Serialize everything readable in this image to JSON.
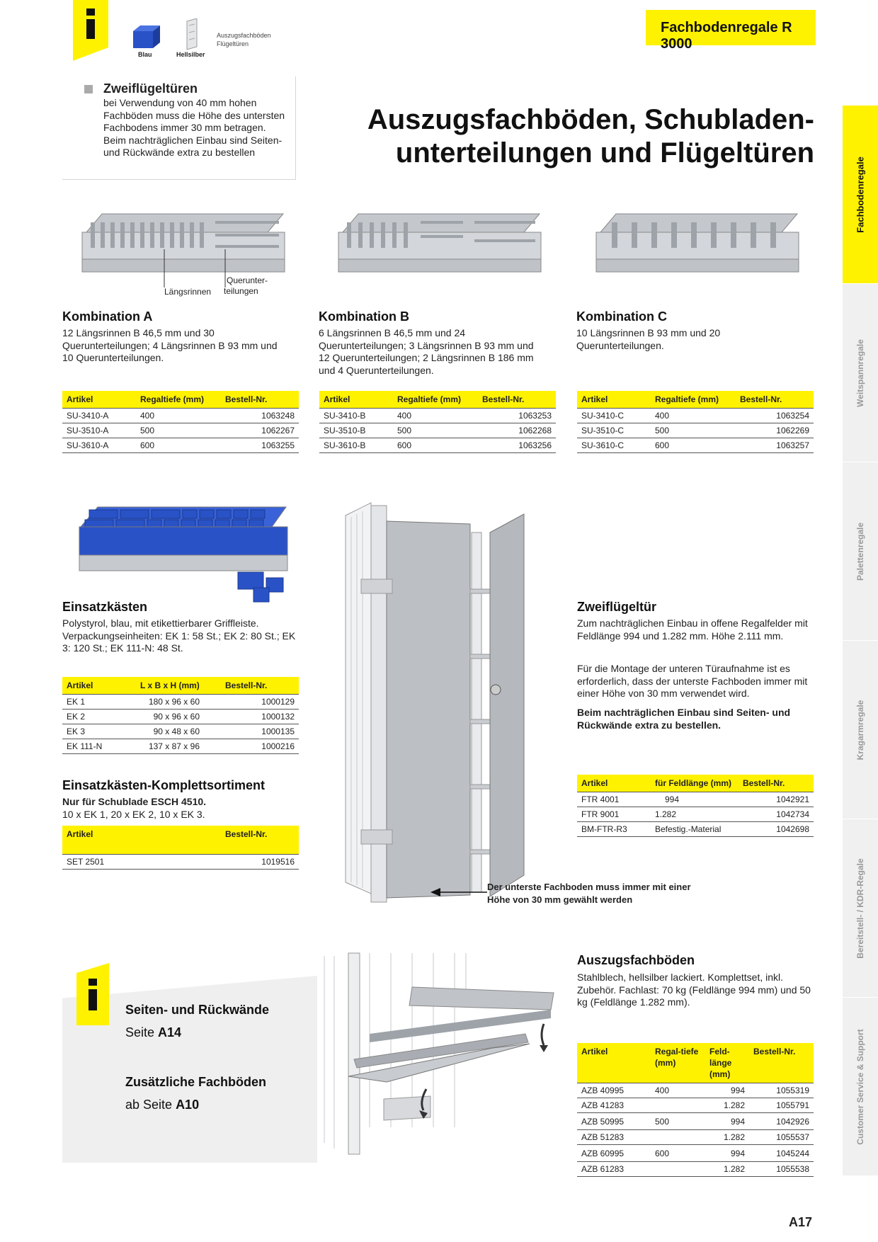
{
  "header": {
    "legend_caption_line1": "Auszugsfachböden",
    "legend_caption_line2": "Flügeltüren",
    "legend_blue": "Blau",
    "legend_silver": "Hellsilber",
    "tag": "Fachbodenregale R 3000"
  },
  "note": {
    "title": "Zweiflügeltüren",
    "text": "bei Verwendung von 40 mm hohen Fachböden muss die Höhe des untersten Fachbodens immer 30 mm betragen. Beim nachträglichen Einbau sind Seiten- und Rückwände extra zu bestellen"
  },
  "page_title": {
    "line1": "Auszugsfachböden, Schubladen-",
    "line2": "unterteilungen und Flügeltüren"
  },
  "side_tabs": [
    "Fachbodenregale",
    "Weitspannregale",
    "Palettenregale",
    "Kragarmregale",
    "Bereitstell- / KDR-Regale",
    "Customer Service & Support"
  ],
  "figure_labels": {
    "laengsrinnen": "Längsrinnen",
    "quer_line1": "Querunter-",
    "quer_line2": "teilungen"
  },
  "kombi_a": {
    "title": "Kombination A",
    "text": "12 Längsrinnen B 46,5 mm und 30 Querunterteilungen; 4 Längsrinnen B 93 mm und 10 Querunterteilungen.",
    "headers": [
      "Artikel",
      "Regaltiefe (mm)",
      "Bestell-Nr."
    ],
    "rows": [
      [
        "SU-3410-A",
        "400",
        "1063248"
      ],
      [
        "SU-3510-A",
        "500",
        "1062267"
      ],
      [
        "SU-3610-A",
        "600",
        "1063255"
      ]
    ]
  },
  "kombi_b": {
    "title": "Kombination B",
    "text": "6 Längsrinnen B 46,5 mm und 24 Querunterteilungen; 3 Längsrinnen B 93 mm und 12 Querunterteilungen; 2 Längsrinnen B 186 mm und 4 Querunterteilungen.",
    "headers": [
      "Artikel",
      "Regaltiefe (mm)",
      "Bestell-Nr."
    ],
    "rows": [
      [
        "SU-3410-B",
        "400",
        "1063253"
      ],
      [
        "SU-3510-B",
        "500",
        "1062268"
      ],
      [
        "SU-3610-B",
        "600",
        "1063256"
      ]
    ]
  },
  "kombi_c": {
    "title": "Kombination C",
    "text": "10 Längsrinnen B 93 mm und 20 Querunterteilungen.",
    "headers": [
      "Artikel",
      "Regaltiefe (mm)",
      "Bestell-Nr."
    ],
    "rows": [
      [
        "SU-3410-C",
        "400",
        "1063254"
      ],
      [
        "SU-3510-C",
        "500",
        "1062269"
      ],
      [
        "SU-3610-C",
        "600",
        "1063257"
      ]
    ]
  },
  "einsatz": {
    "title": "Einsatzkästen",
    "text": "Polystyrol, blau, mit etikettierbarer Griffleiste. Verpackungseinheiten: EK 1: 58 St.; EK 2: 80 St.; EK 3: 120 St.; EK 111-N: 48 St.",
    "headers": [
      "Artikel",
      "L x B x H (mm)",
      "Bestell-Nr."
    ],
    "rows": [
      [
        "EK 1",
        "180 x 96 x 60",
        "1000129"
      ],
      [
        "EK 2",
        "90 x 96 x 60",
        "1000132"
      ],
      [
        "EK 3",
        "90 x 48 x 60",
        "1000135"
      ],
      [
        "EK 111-N",
        "137 x 87 x 96",
        "1000216"
      ]
    ]
  },
  "komplett": {
    "title": "Einsatzkästen-Komplettsortiment",
    "subtitle": "Nur für Schublade ESCH 4510.",
    "text": "10 x EK 1, 20 x EK 2, 10 x EK 3.",
    "headers": [
      "Artikel",
      "",
      "Bestell-Nr."
    ],
    "rows": [
      [
        "SET 2501",
        "",
        "1019516"
      ]
    ]
  },
  "zweifl": {
    "title": "Zweiflügeltür",
    "text1": "Zum nachträglichen Einbau in offene Regalfelder mit Feldlänge 994 und 1.282 mm. Höhe 2.111 mm.",
    "text2": "Für die Montage der unteren Türaufnahme ist es erforderlich, dass der unterste Fachboden immer mit einer Höhe von 30 mm verwendet wird.",
    "text3": "Beim nachträglichen Einbau sind Seiten- und Rückwände extra zu bestellen.",
    "headers": [
      "Artikel",
      "für Feldlänge (mm)",
      "Bestell-Nr."
    ],
    "rows": [
      [
        "FTR 4001",
        "994",
        "1042921"
      ],
      [
        "FTR 9001",
        "1.282",
        "1042734"
      ],
      [
        "BM-FTR-R3",
        "Befestig.-Material",
        "1042698"
      ]
    ]
  },
  "door_caption": {
    "line1": "Der unterste Fachboden muss immer mit einer",
    "line2": "Höhe von 30 mm gewählt werden"
  },
  "auszug": {
    "title": "Auszugsfachböden",
    "text": "Stahlblech, hellsilber lackiert. Komplettset, inkl. Zubehör. Fachlast: 70 kg (Feldlänge 994 mm) und 50 kg (Feldlänge 1.282 mm).",
    "headers": [
      "Artikel",
      "Regal-tiefe (mm)",
      "Feld-länge (mm)",
      "Bestell-Nr."
    ],
    "rows": [
      [
        "AZB 40995",
        "400",
        "994",
        "1055319"
      ],
      [
        "AZB 41283",
        "",
        "1.282",
        "1055791"
      ],
      [
        "AZB 50995",
        "500",
        "994",
        "1042926"
      ],
      [
        "AZB 51283",
        "",
        "1.282",
        "1055537"
      ],
      [
        "AZB 60995",
        "600",
        "994",
        "1045244"
      ],
      [
        "AZB 61283",
        "",
        "1.282",
        "1055538"
      ]
    ]
  },
  "info_box": {
    "line1": "Seiten- und Rückwände",
    "line2_prefix": "Seite ",
    "line2_ref": "A14",
    "line3": "Zusätzliche Fachböden",
    "line4_prefix": "ab Seite ",
    "line4_ref": "A10"
  },
  "page_number": "A17",
  "colors": {
    "accent": "#fff200",
    "blue_box": "#2a52c7",
    "silver": "#c9ccd0"
  }
}
